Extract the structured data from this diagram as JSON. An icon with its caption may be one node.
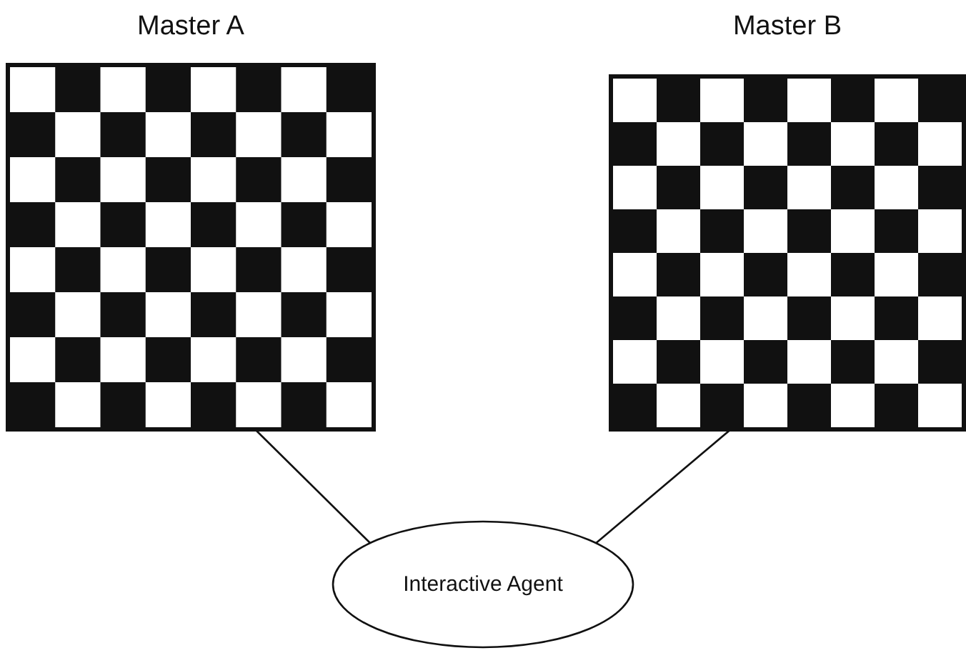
{
  "diagram": {
    "nodes": [
      {
        "text": [
          "Master A"
        ]
      },
      {
        "text": [
          "Master B"
        ]
      },
      {
        "text": [
          "Interactive Agent"
        ]
      }
    ],
    "edges": [
      {
        "from": 0,
        "to": 2,
        "arrow": "none"
      },
      {
        "from": 1,
        "to": 2,
        "arrow": "none"
      }
    ]
  }
}
